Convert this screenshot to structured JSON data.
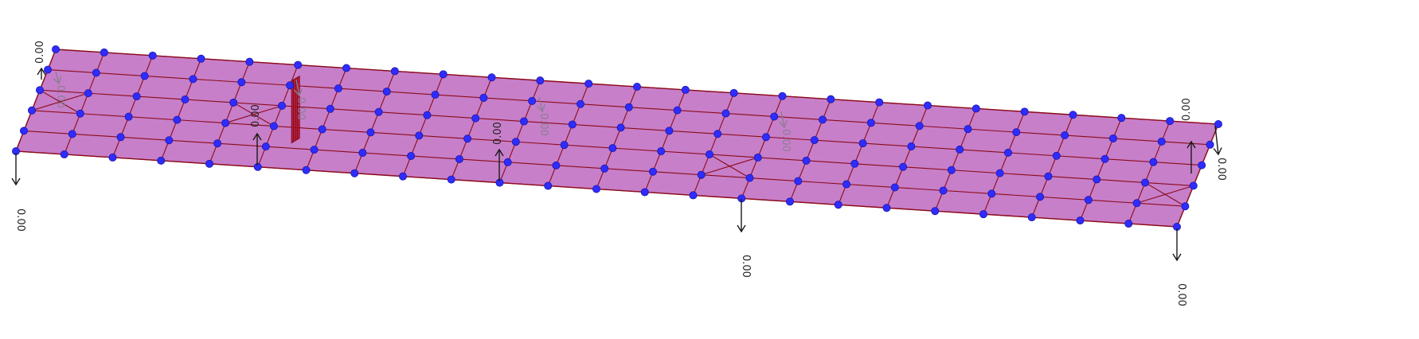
{
  "model": {
    "slab_color": "#c77fc9",
    "edge_color": "#8b0a1a",
    "node_color": "#2f2cff",
    "wall_color": "#b01028",
    "arrow_color": "#1a1a1a"
  },
  "load_labels": [
    {
      "id": "left-top",
      "text": "0.00"
    },
    {
      "id": "left-bottom",
      "text": "0.00"
    },
    {
      "id": "left-faint",
      "text": "0.00"
    },
    {
      "id": "wall-faint",
      "text": "0.00"
    },
    {
      "id": "mid-left",
      "text": "0.00"
    },
    {
      "id": "center",
      "text": "0.00"
    },
    {
      "id": "center-faint",
      "text": "0.00"
    },
    {
      "id": "right-faint",
      "text": "0.00"
    },
    {
      "id": "lower-mid",
      "text": "0.00"
    },
    {
      "id": "right-upper",
      "text": "0.00"
    },
    {
      "id": "right-edge",
      "text": "0.00"
    },
    {
      "id": "right-bottom",
      "text": "0.00"
    }
  ]
}
